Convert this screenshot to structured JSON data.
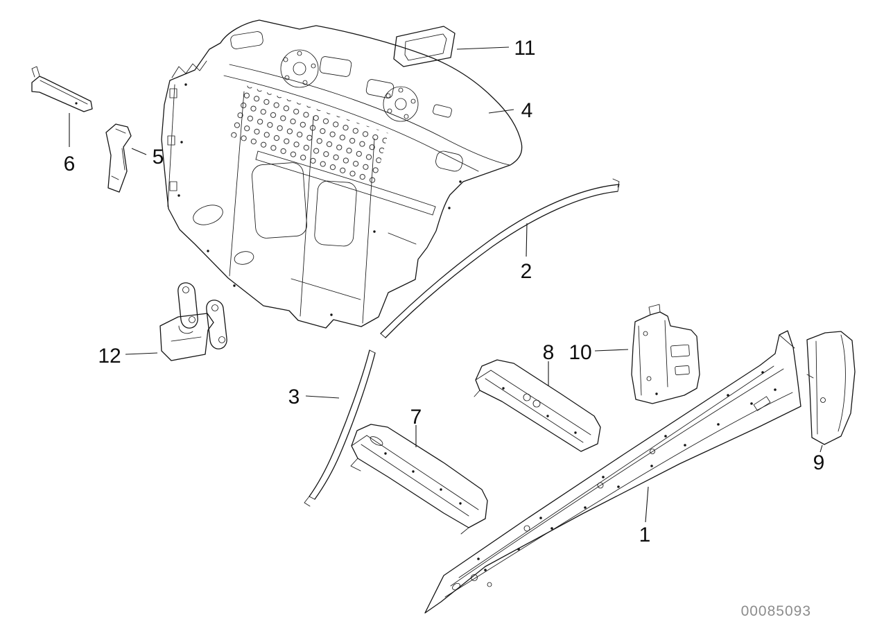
{
  "diagram": {
    "doc_number": "00085093",
    "colors": {
      "line": "#141414",
      "background": "#ffffff",
      "doc_number": "#8c8c8c"
    },
    "callouts": [
      {
        "label": "1"
      },
      {
        "label": "2"
      },
      {
        "label": "3"
      },
      {
        "label": "4"
      },
      {
        "label": "5"
      },
      {
        "label": "6"
      },
      {
        "label": "7"
      },
      {
        "label": "8"
      },
      {
        "label": "9"
      },
      {
        "label": "10"
      },
      {
        "label": "11"
      },
      {
        "label": "12"
      }
    ]
  }
}
